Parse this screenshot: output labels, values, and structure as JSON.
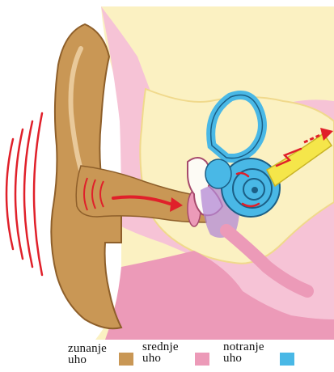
{
  "legend": {
    "items": [
      {
        "line1": "zunanje",
        "line2": "uho",
        "color": "#c99755"
      },
      {
        "line1": "srednje",
        "line2": "uho",
        "color": "#ec9ab8"
      },
      {
        "line1": "notranje",
        "line2": "uho",
        "color": "#49b8e6"
      }
    ]
  },
  "colors": {
    "outer_ear": "#c99755",
    "outer_ear_light": "#e9c99a",
    "skin_pink": "#f6c3d6",
    "middle_pink": "#ec9ab8",
    "bone_cream": "#fbf1c2",
    "inner_blue": "#49b8e6",
    "sound_red": "#e0202a",
    "nerve_yellow": "#f5e64a"
  }
}
